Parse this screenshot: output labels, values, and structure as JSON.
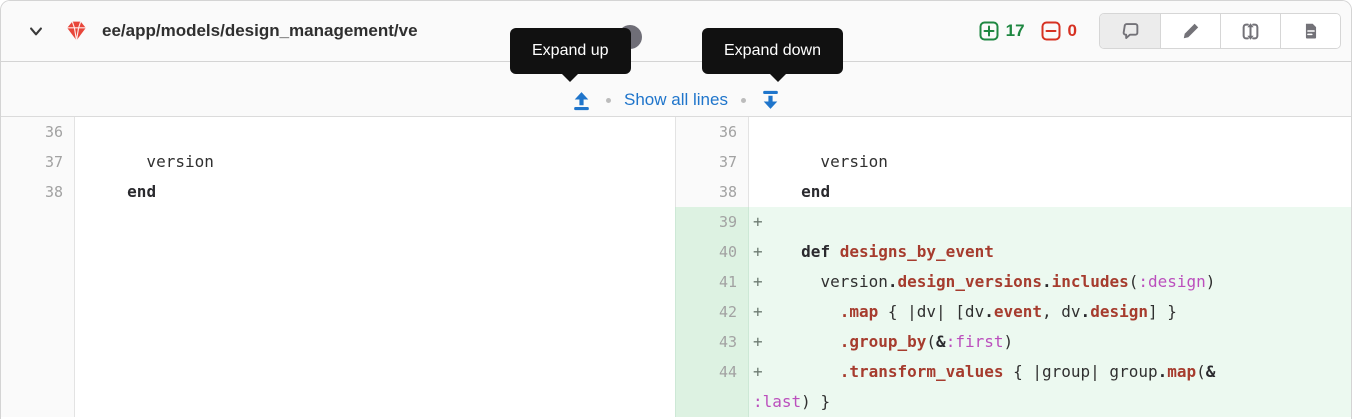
{
  "file_header": {
    "path": "ee/app/models/design_management/ve",
    "additions": "17",
    "deletions": "0",
    "icons": [
      "chevron-down-icon",
      "ruby-gem-icon",
      "copy-icon",
      "plus-square-icon",
      "minus-square-icon"
    ],
    "toolbar_icons": [
      "comment-icon",
      "pencil-icon",
      "file-versions-icon",
      "document-icon"
    ]
  },
  "tooltips": [
    {
      "text": "Expand up"
    },
    {
      "text": "Expand down"
    }
  ],
  "expand_bar": {
    "show_all_label": "Show all lines",
    "icons": [
      "expand-up-icon",
      "expand-down-icon"
    ]
  },
  "colors": {
    "link_blue": "#1f75cb",
    "addition_green": "#1e8741",
    "deletion_red": "#d63122",
    "added_line_bg": "#ecf9f0",
    "added_gutter_bg": "#ddf2e2",
    "tooltip_bg": "#111111",
    "keyword": "#2a2a2e",
    "method": "#a63c2e",
    "symbol": "#bb4fbd"
  },
  "diff": {
    "rows": [
      {
        "ln": "36",
        "ls": [],
        "rn": "36",
        "rs": [],
        "a": false
      },
      {
        "ln": "37",
        "ls": [
          [
            "p",
            "       version"
          ]
        ],
        "rn": "37",
        "rs": [
          [
            "p",
            "       version"
          ]
        ],
        "a": false
      },
      {
        "ln": "38",
        "ls": [
          [
            "p",
            "     "
          ],
          [
            "k",
            "end"
          ]
        ],
        "rn": "38",
        "rs": [
          [
            "p",
            "     "
          ],
          [
            "k",
            "end"
          ]
        ],
        "a": false
      },
      {
        "ln": null,
        "ls": [],
        "rn": "39",
        "rs": [
          [
            "mk",
            "+"
          ]
        ],
        "a": true
      },
      {
        "ln": null,
        "ls": [],
        "rn": "40",
        "rs": [
          [
            "mk",
            "+"
          ],
          [
            "p",
            "    "
          ],
          [
            "k",
            "def"
          ],
          [
            "p",
            " "
          ],
          [
            "m",
            "designs_by_event"
          ]
        ],
        "a": true
      },
      {
        "ln": null,
        "ls": [],
        "rn": "41",
        "rs": [
          [
            "mk",
            "+"
          ],
          [
            "p",
            "      version"
          ],
          [
            "o",
            "."
          ],
          [
            "m",
            "design_versions"
          ],
          [
            "o",
            "."
          ],
          [
            "m",
            "includes"
          ],
          [
            "p",
            "("
          ],
          [
            "s",
            ":design"
          ],
          [
            "p",
            ")"
          ]
        ],
        "a": true
      },
      {
        "ln": null,
        "ls": [],
        "rn": "42",
        "rs": [
          [
            "mk",
            "+"
          ],
          [
            "p",
            "        "
          ],
          [
            "m",
            ".map"
          ],
          [
            "p",
            " { |dv| [dv"
          ],
          [
            "o",
            "."
          ],
          [
            "m",
            "event"
          ],
          [
            "p",
            ", dv"
          ],
          [
            "o",
            "."
          ],
          [
            "m",
            "design"
          ],
          [
            "p",
            "] }"
          ]
        ],
        "a": true
      },
      {
        "ln": null,
        "ls": [],
        "rn": "43",
        "rs": [
          [
            "mk",
            "+"
          ],
          [
            "p",
            "        "
          ],
          [
            "m",
            ".group_by"
          ],
          [
            "p",
            "("
          ],
          [
            "o",
            "&"
          ],
          [
            "s",
            ":first"
          ],
          [
            "p",
            ")"
          ]
        ],
        "a": true
      },
      {
        "ln": null,
        "ls": [],
        "rn": "44",
        "rs": [
          [
            "mk",
            "+"
          ],
          [
            "p",
            "        "
          ],
          [
            "m",
            ".transform_values"
          ],
          [
            "p",
            " { |group| group"
          ],
          [
            "o",
            "."
          ],
          [
            "m",
            "map"
          ],
          [
            "p",
            "("
          ],
          [
            "o",
            "&"
          ]
        ],
        "a": true
      },
      {
        "ln": null,
        "ls": [],
        "rn": null,
        "rs": [
          [
            "s",
            ":last"
          ],
          [
            "p",
            ") }"
          ]
        ],
        "a": true,
        "wrap": true
      }
    ]
  }
}
